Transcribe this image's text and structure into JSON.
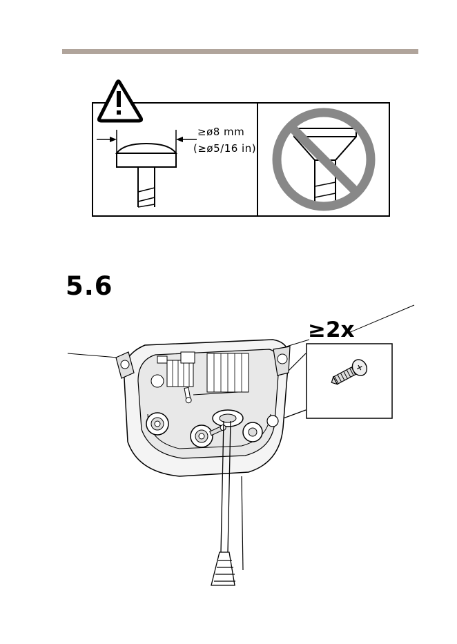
{
  "header": {
    "rule_color": "#b0a49b"
  },
  "warning": {
    "dimension_metric": "≥ø8 mm",
    "dimension_imperial": "(≥ø5/16 in)",
    "prohibited_color": "#888888"
  },
  "section": {
    "number": "5.6",
    "quantity_label": "≥2x"
  },
  "icons": [
    "warning-triangle-icon",
    "prohibited-icon",
    "screw-icon"
  ]
}
